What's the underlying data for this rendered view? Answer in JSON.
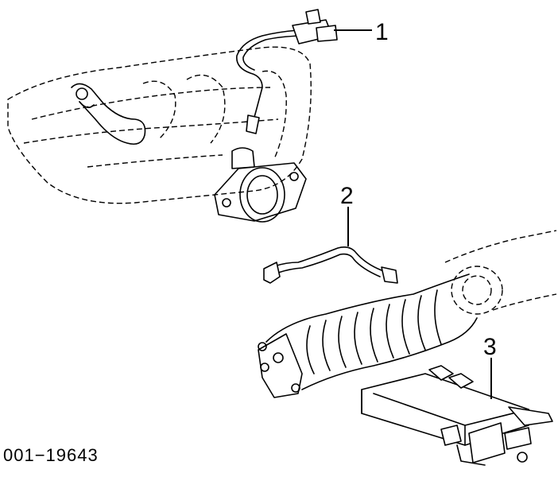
{
  "callouts": [
    {
      "label": "1"
    },
    {
      "label": "2"
    },
    {
      "label": "3"
    }
  ],
  "figure_id": "001−19643"
}
